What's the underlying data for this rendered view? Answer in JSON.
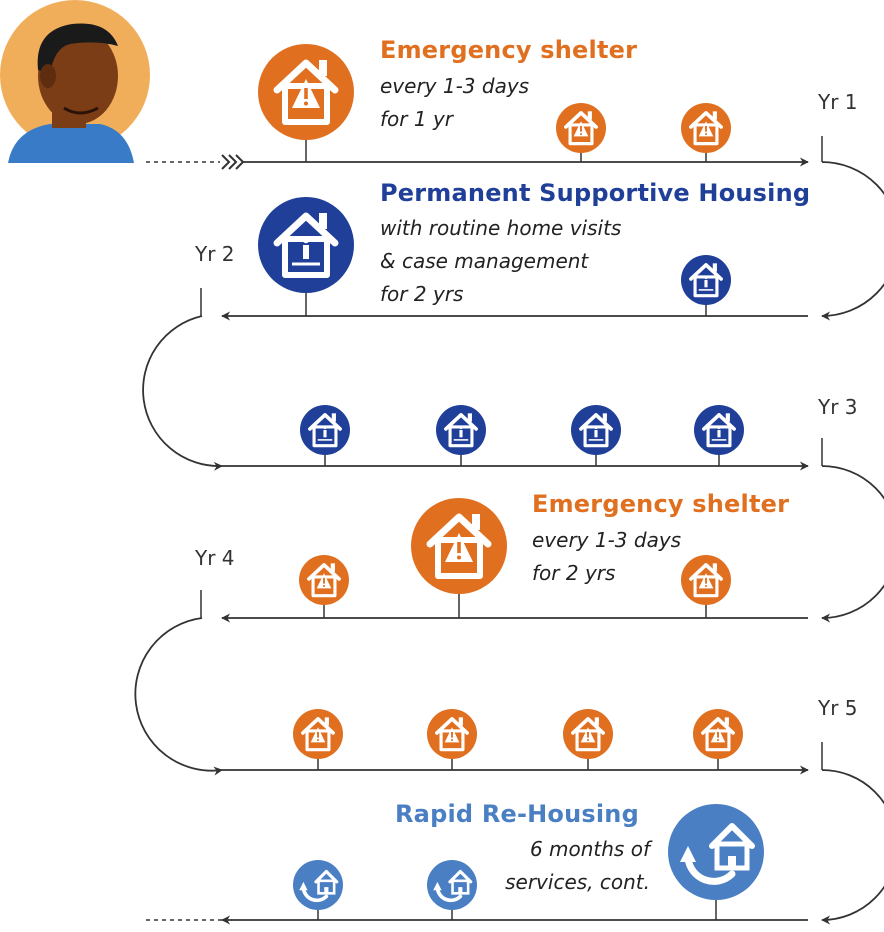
{
  "colors": {
    "emergency": "#e07020",
    "permanent": "#1f3f99",
    "rapid": "#4a7fc4",
    "line": "#333333",
    "avatar_bg": "#f1ae5a",
    "skin": "#7a3d16",
    "hair": "#1a1a1a",
    "shirt": "#3a7bc8"
  },
  "icons": {
    "emergency": "house-warning-icon",
    "permanent": "house-person-icon",
    "rapid": "house-cycle-icon"
  },
  "year_labels": [
    "Yr 1",
    "Yr 2",
    "Yr 3",
    "Yr 4",
    "Yr 5"
  ],
  "programs": [
    {
      "title": "Emergency shelter",
      "lines": [
        "every 1-3 days",
        "for 1 yr"
      ]
    },
    {
      "title": "Permanent Supportive Housing",
      "lines": [
        "with routine home visits",
        "& case management",
        "for 2 yrs"
      ]
    },
    {
      "title": "Emergency shelter",
      "lines": [
        "every 1-3 days",
        "for 2 yrs"
      ]
    },
    {
      "title": "Rapid Re-Housing",
      "lines": [
        "6 months of",
        "services, cont."
      ]
    }
  ]
}
